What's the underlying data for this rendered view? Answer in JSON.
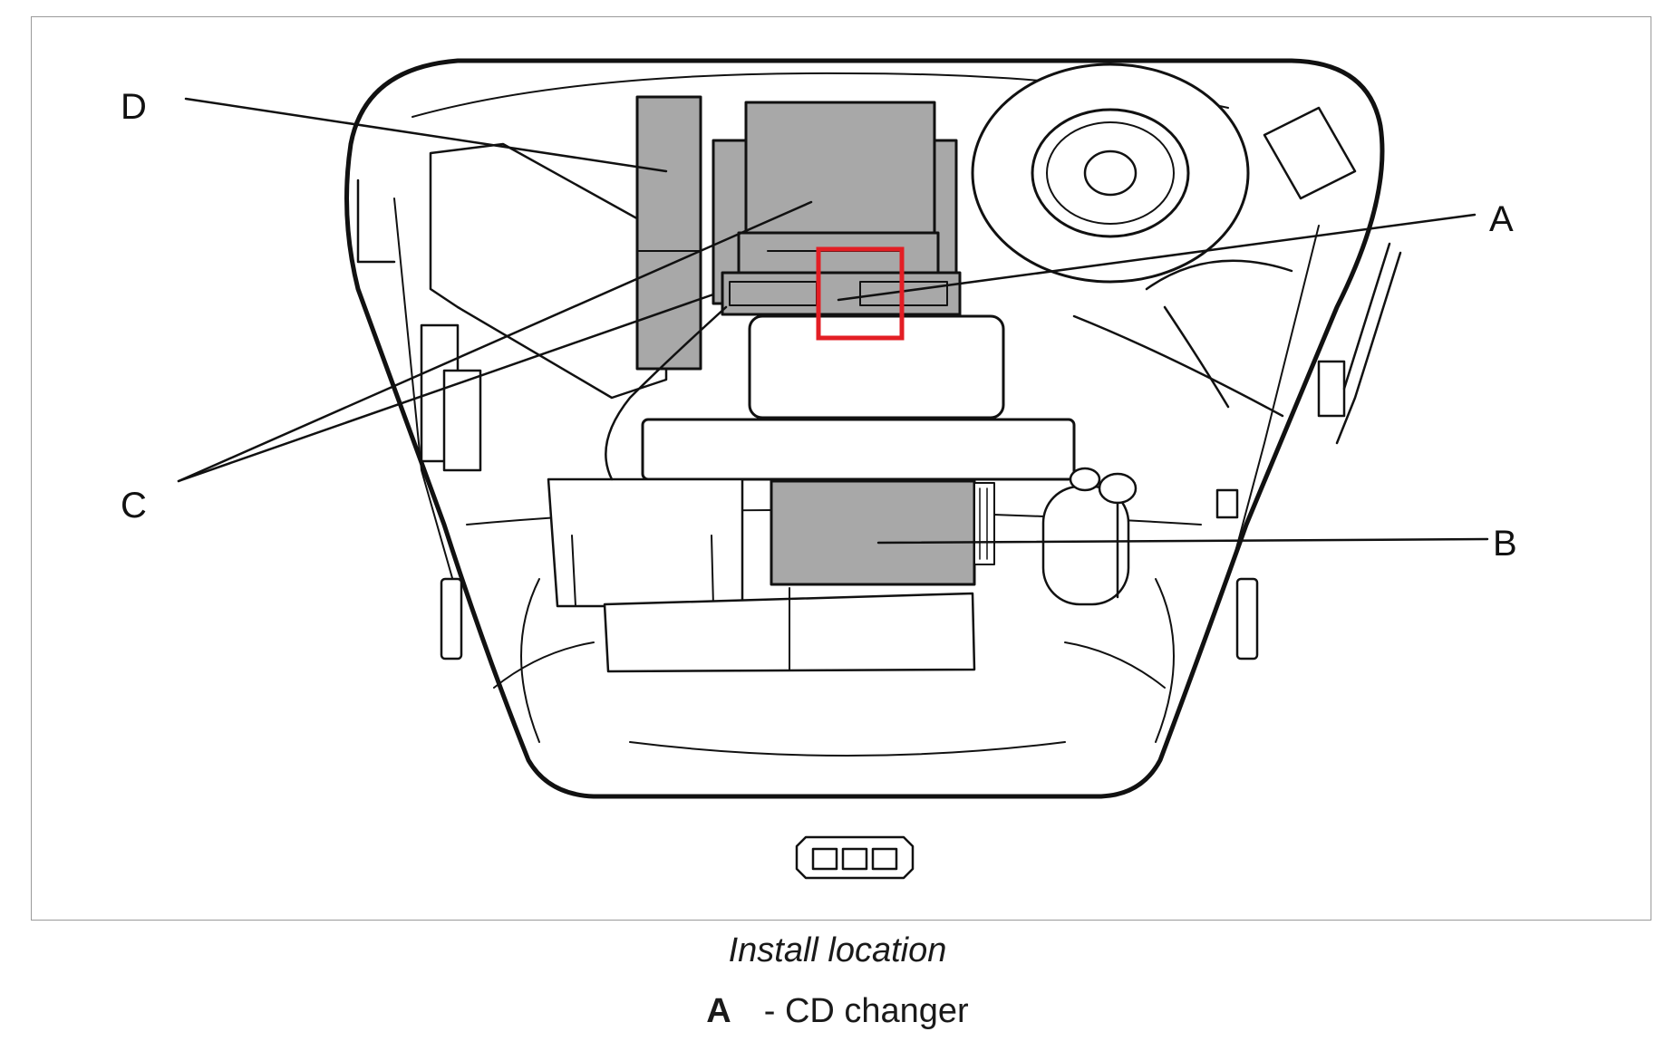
{
  "diagram": {
    "callouts": {
      "a": "A",
      "b": "B",
      "c": "C",
      "d": "D"
    },
    "highlight_color": "#e31e24",
    "module_fill": "#a8a8a8"
  },
  "caption": "Install location",
  "legend": [
    {
      "key": "A",
      "text": "- CD changer"
    }
  ]
}
